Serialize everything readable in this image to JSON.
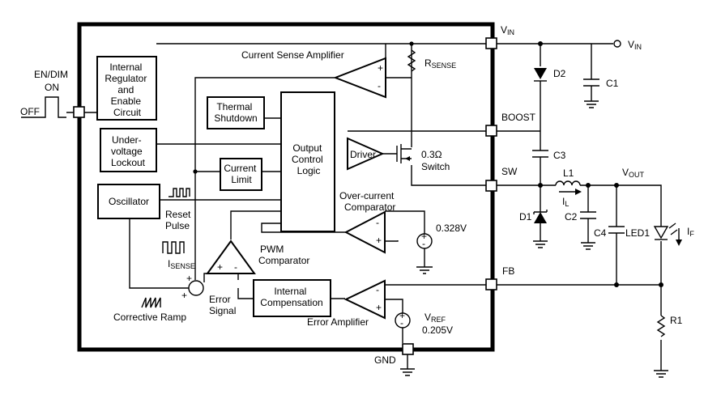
{
  "pins": {
    "vin": {
      "name": "V",
      "sub": "IN"
    },
    "boost": "BOOST",
    "sw": "SW",
    "fb": "FB",
    "gnd": "GND",
    "endim": "EN/DIM"
  },
  "external": {
    "vin": {
      "name": "V",
      "sub": "IN"
    },
    "vout": {
      "name": "V",
      "sub": "OUT"
    },
    "d1": "D1",
    "d2": "D2",
    "c1": "C1",
    "c2": "C2",
    "c3": "C3",
    "c4": "C4",
    "l1": "L1",
    "il": {
      "name": "I",
      "sub": "L"
    },
    "led1": "LED1",
    "if": {
      "name": "I",
      "sub": "F"
    },
    "r1": "R1",
    "on": "ON",
    "off": "OFF"
  },
  "blocks": {
    "regulator": [
      "Internal",
      "Regulator",
      "and",
      "Enable",
      "Circuit"
    ],
    "undervoltage": [
      "Under-",
      "voltage",
      "Lockout"
    ],
    "oscillator": [
      "Oscillator"
    ],
    "thermal": [
      "Thermal",
      "Shutdown"
    ],
    "current_limit": [
      "Current",
      "Limit"
    ],
    "logic": [
      "Output",
      "Control",
      "Logic"
    ],
    "driver": "Driver",
    "compensation": [
      "Internal",
      "Compensation"
    ]
  },
  "labels": {
    "current_sense_amp": "Current Sense Amplifier",
    "rsense": {
      "name": "R",
      "sub": "SENSE"
    },
    "switch_val": "0.3Ω",
    "switch": "Switch",
    "overcurrent": [
      "Over-current",
      "Comparator"
    ],
    "v0328": "0.328V",
    "reset_pulse": [
      "Reset",
      "Pulse"
    ],
    "pwm_comp": [
      "PWM",
      "Comparator"
    ],
    "isense": {
      "name": "I",
      "sub": "SENSE"
    },
    "error_signal": [
      "Error",
      "Signal"
    ],
    "corrective_ramp": "Corrective Ramp",
    "error_amp": "Error Amplifier",
    "vref": {
      "name": "V",
      "sub": "REF"
    },
    "v0205": "0.205V"
  },
  "signs": {
    "plus": "+",
    "minus": "-"
  }
}
